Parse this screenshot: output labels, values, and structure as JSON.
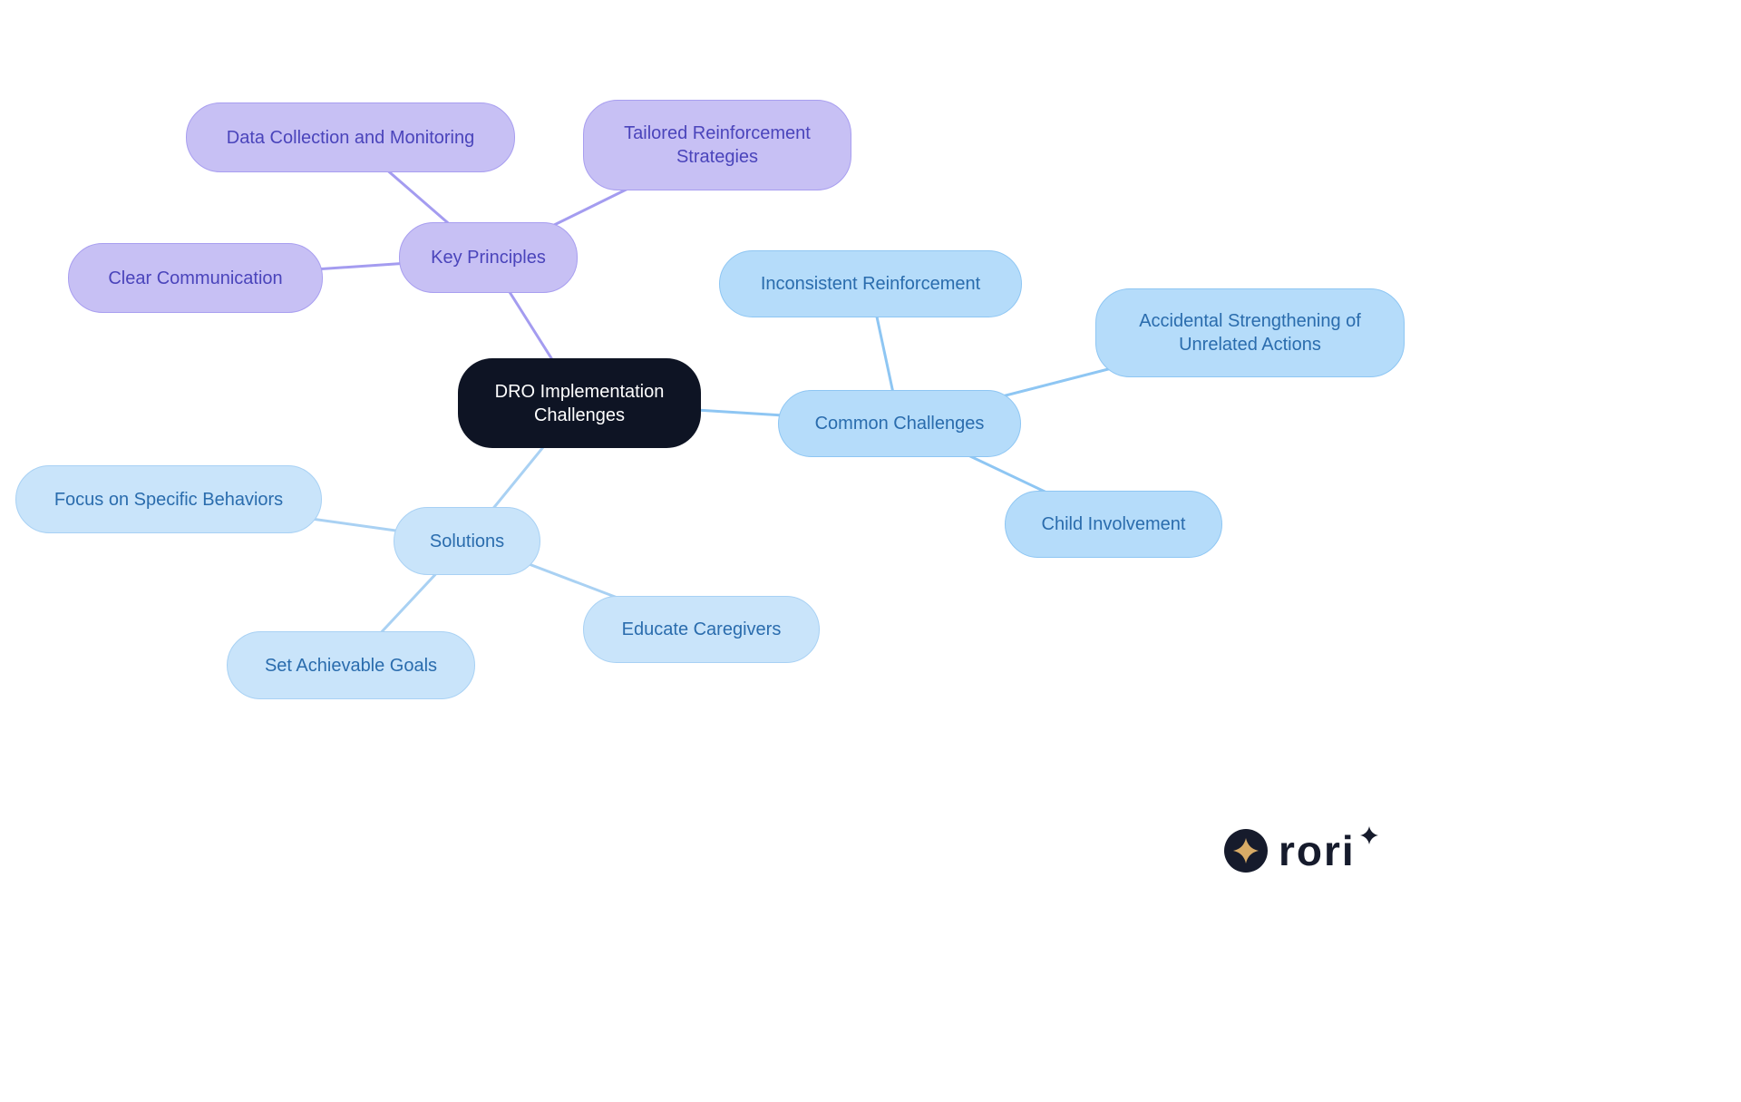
{
  "center": {
    "label": "DRO Implementation Challenges"
  },
  "branches": {
    "key_principles": {
      "label": "Key Principles",
      "children": {
        "data_collection_and_monitoring": {
          "label": "Data Collection and Monitoring"
        },
        "tailored_reinforcement_strategies": {
          "label": "Tailored Reinforcement Strategies"
        },
        "clear_communication": {
          "label": "Clear Communication"
        }
      }
    },
    "common_challenges": {
      "label": "Common Challenges",
      "children": {
        "inconsistent_reinforcement": {
          "label": "Inconsistent Reinforcement"
        },
        "accidental_strengthening": {
          "label": "Accidental Strengthening of Unrelated Actions"
        },
        "child_involvement": {
          "label": "Child Involvement"
        }
      }
    },
    "solutions": {
      "label": "Solutions",
      "children": {
        "focus_on_specific_behaviors": {
          "label": "Focus on Specific Behaviors"
        },
        "set_achievable_goals": {
          "label": "Set Achievable Goals"
        },
        "educate_caregivers": {
          "label": "Educate Caregivers"
        }
      }
    }
  },
  "watermark": {
    "brand": "rori"
  },
  "colors": {
    "center_bg": "#0e1424",
    "center_text": "#ffffff",
    "purple_fill": "#c7c0f4",
    "purple_border": "#a89ef0",
    "purple_text": "#4a44bb",
    "purple_edge": "#a49cf0",
    "blue_fill": "#b5dcfa",
    "blue_border": "#8ec6f3",
    "blue_text": "#2a6cad",
    "blue_edge": "#8ec6f3",
    "lightblue_fill": "#c9e4fa",
    "lightblue_border": "#a8d1f4",
    "lightblue_edge": "#a9d1f3",
    "logo_gold": "#d8ab66",
    "logo_dark": "#161b2c"
  }
}
